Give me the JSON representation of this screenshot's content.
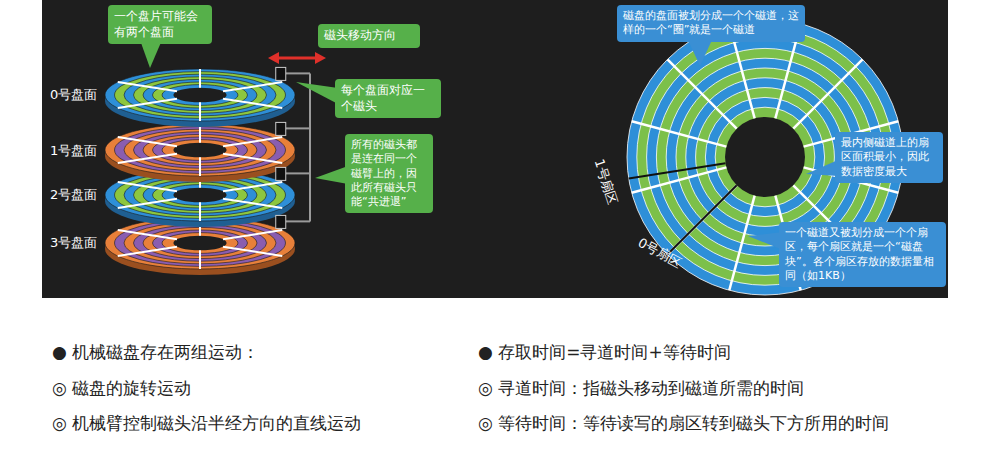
{
  "diagram": {
    "nodes": [
      {
        "text": [
          "一个盘片可能会有两个盘面"
        ]
      },
      {
        "text": [
          "磁头移动方向"
        ]
      },
      {
        "text": [
          "每个盘面对应一个磁头"
        ]
      },
      {
        "text": [
          "所有的磁头都是连在同一个磁臂上的，因此所有磁头只能“共进退”"
        ]
      },
      {
        "text": [
          "磁盘的盘面被划分成一个个磁道，这样的一个“圈”就是一个磁道"
        ]
      },
      {
        "text": [
          "最内侧磁道上的扇区面积最小，因此数据密度最大"
        ]
      },
      {
        "text": [
          "一个磁道又被划分成一个个扇区，每个扇区就是一个“磁盘块”。各个扇区存放的数据量相同（如1KB）"
        ]
      }
    ],
    "labels": [
      "0号盘面",
      "1号盘面",
      "2号盘面",
      "3号盘面",
      "1号扇区",
      "0号扇区",
      "● 机械磁盘存在两组运动：",
      "◎ 磁盘的旋转运动",
      "◎ 机械臂控制磁头沿半经方向的直线运动",
      "● 存取时间=寻道时间+等待时间",
      "◎ 寻道时间：指磁头移动到磁道所需的时间",
      "◎ 等待时间：等待读写的扇区转到磁头下方所用的时间"
    ]
  }
}
